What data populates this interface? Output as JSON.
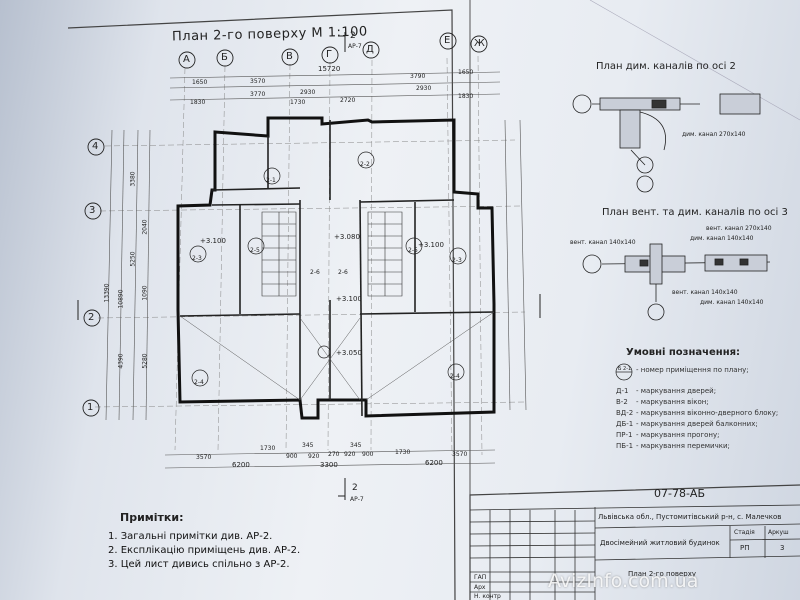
{
  "plan": {
    "title": "План 2-го поверху  М 1:100",
    "axes_top": [
      "А",
      "Б",
      "В",
      "Г",
      "Д",
      "Е",
      "Ж"
    ],
    "axes_left": [
      "4",
      "3",
      "2",
      "1"
    ],
    "dims_top": [
      "1650",
      "3570",
      "15720",
      "3790",
      "1650",
      "1830",
      "3770",
      "2930",
      "1730",
      "2720",
      "2930",
      "1830"
    ],
    "dims_bottom": [
      "3570",
      "1730",
      "345",
      "900",
      "920",
      "270",
      "920",
      "900",
      "345",
      "1730",
      "3570",
      "6200",
      "3300",
      "6200"
    ],
    "dims_left": [
      "13390",
      "10890",
      "5250",
      "3380",
      "2040",
      "1090",
      "4390",
      "5280"
    ],
    "rooms": [
      "2-1",
      "2-2",
      "2-3",
      "2-3",
      "2-4",
      "2-4",
      "2-5",
      "2-5",
      "2-6",
      "2-6"
    ],
    "levels": [
      "+3.100",
      "+3.080",
      "+3.100",
      "+3.050",
      "+3.100"
    ],
    "section_mark": "2",
    "section_ref": "АР-7"
  },
  "details": {
    "chimney_title": "План дим. каналів по осі 2",
    "chimney_label": "дим. канал 270х140",
    "vent_title": "План вент. та дим. каналів по осі 3",
    "vent_labels": [
      "вент. канал 140х140",
      "вент. канал 270х140",
      "дим. канал 140х140",
      "вент. канал 140х140",
      "дим. канал 140х140"
    ]
  },
  "legend": {
    "title": "Умовні позначення:",
    "items": [
      {
        "code": "Б 2-1",
        "text": "- номер приміщення по плану;"
      },
      {
        "code": "Д-1",
        "text": "- маркування дверей;"
      },
      {
        "code": "В-2",
        "text": "- маркування вікон;"
      },
      {
        "code": "ВД-2",
        "text": "- маркування віконно-дверного блоку;"
      },
      {
        "code": "ДБ-1",
        "text": "- маркування дверей балконних;"
      },
      {
        "code": "ПР-1",
        "text": "- маркування прогону;"
      },
      {
        "code": "ПБ-1",
        "text": "- маркування перемички;"
      }
    ]
  },
  "notes": {
    "title": "Примітки:",
    "items": [
      "1. Загальні примітки див. АР-2.",
      "2. Експлікацію приміщень див. АР-2.",
      "3. Цей лист дивись спільно з АР-2."
    ]
  },
  "stamp": {
    "code": "07-78-АБ",
    "address": "Львівська обл., Пустомитівський р-н, с. Малечков",
    "object": "Двосімейний житловий будинок",
    "sheet_name": "План 2-го поверху",
    "col_stage": "Стадія",
    "col_sheet": "Аркуш",
    "stage": "РП",
    "sheet_no": "3",
    "rows": [
      "ГАП",
      "Арх",
      "Н. контр"
    ]
  },
  "watermark": "AvizInfo.com.ua"
}
